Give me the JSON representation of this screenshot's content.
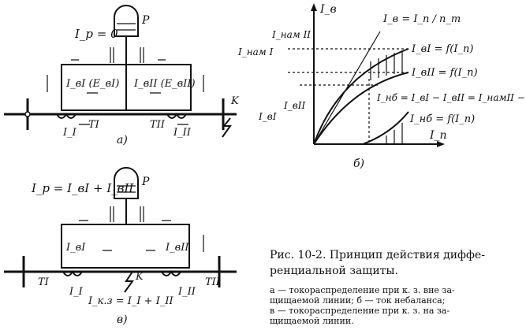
{
  "diagram_a": {
    "relay_label": "I_p = 0",
    "relay_symbol": "P",
    "current_left": "I_вI (E_вI)",
    "current_right": "I_вII (E_вII)",
    "ct_left": "TI",
    "ct_right": "TII",
    "primary_left": "I_I",
    "primary_right": "I_II",
    "fault_label": "K",
    "subfig": "a)"
  },
  "diagram_b": {
    "y_axis": "I_в",
    "x_axis": "I_п",
    "ratio_eq": "I_в = I_п / n_т",
    "mag_II": "I_нам II",
    "mag_I": "I_нам I",
    "curve_I": "I_вI = f(I_п)",
    "curve_II": "I_вII = f(I_п)",
    "unbalance_eq": "I_нб = I_вI − I_вII = I_намII − I_намI",
    "unbalance_curve": "I_нб = f(I_п)",
    "left_I": "I_вI",
    "left_II": "I_вII",
    "subfig": "б)"
  },
  "diagram_c": {
    "relay_label": "I_p = I_вI + I_вII",
    "relay_symbol": "P",
    "current_left": "I_вI",
    "current_right": "I_вII",
    "ct_left": "TI",
    "ct_right": "TII",
    "primary_left": "I_I",
    "primary_right": "I_II",
    "fault_label": "K",
    "fault_current": "I_к.з = I_I + I_II",
    "subfig": "в)"
  },
  "caption": {
    "title_line1": "Рис. 10-2. Принцип действия диффе-",
    "title_line2": "ренциальной защиты.",
    "body_line1": "а — токораспределение при к. з. вне за-",
    "body_line2": "щищаемой линии; б — ток небаланса;",
    "body_line3": "в — токораспределение при к. з. на за-",
    "body_line4": "щищаемой линии."
  }
}
